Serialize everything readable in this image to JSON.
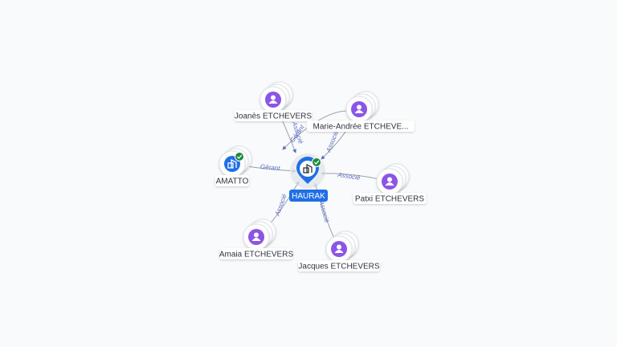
{
  "colors": {
    "background": "#f9fafb",
    "edge": "#9aa1ab",
    "edge_label": "#5b6cc4",
    "person": "#8b55e6",
    "company": "#1f6fe5",
    "verified": "#1f8a3e"
  },
  "icons": {
    "person": "person-icon",
    "company": "building-icon",
    "verified": "check-badge-icon"
  },
  "center": {
    "label": "HAURAK"
  },
  "nodes": [
    {
      "id": "joanes",
      "label": "Joanès ETCHEVERS",
      "type": "person"
    },
    {
      "id": "marie",
      "label": "Marie-Andrée ETCHEVE...",
      "type": "person"
    },
    {
      "id": "amatto",
      "label": "AMATTO",
      "type": "company",
      "verified": true
    },
    {
      "id": "patxi",
      "label": "Patxi ETCHEVERS",
      "type": "person"
    },
    {
      "id": "amaia",
      "label": "Amaia ETCHEVERS",
      "type": "person"
    },
    {
      "id": "jacques",
      "label": "Jacques ETCHEVERS",
      "type": "person"
    }
  ],
  "edges": [
    {
      "from": "joanes",
      "label": "Associé"
    },
    {
      "from": "marie",
      "label": "Gérant"
    },
    {
      "from": "marie",
      "label": "Associé"
    },
    {
      "from": "amatto",
      "label": "Gérant"
    },
    {
      "from": "patxi",
      "label": "Associé"
    },
    {
      "from": "amaia",
      "label": "Associé"
    },
    {
      "from": "jacques",
      "label": "Associé"
    }
  ]
}
